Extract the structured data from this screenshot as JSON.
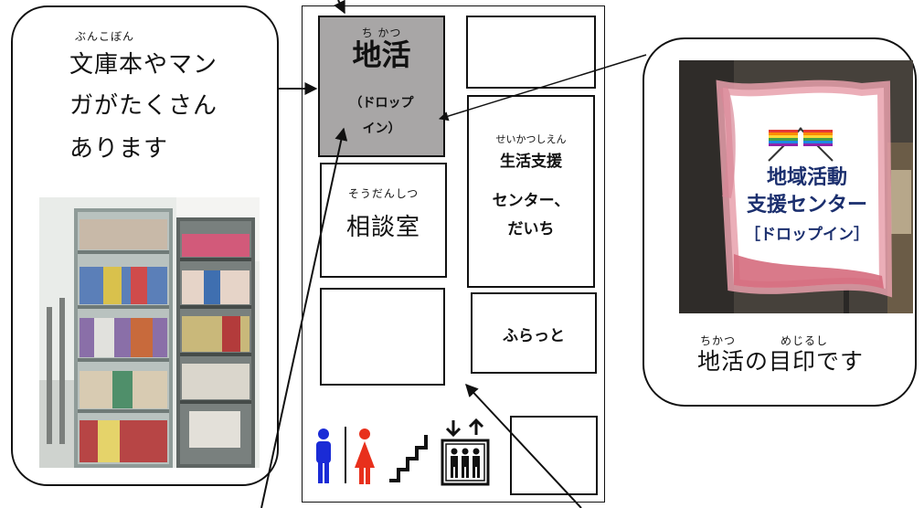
{
  "left_bubble": {
    "ruby": "ぶんこぼん",
    "lines": [
      "文庫本やマン",
      "ガがたくさん",
      "あります"
    ],
    "photo_icon": "manga-bookshelf-photo"
  },
  "floor_map": {
    "chikatsu_room": {
      "ruby": "ち かつ",
      "name": "地活",
      "sub_line1": "（ドロップ",
      "sub_line2": "イン）"
    },
    "soudan_room": {
      "ruby": "そうだんしつ",
      "name": "相談室"
    },
    "seikatsu_room": {
      "ruby": "せいかつしえん",
      "line1": "生活支援",
      "line2": "センター、",
      "line3": "だいち"
    },
    "furatto_room": {
      "name": "ふらっと"
    },
    "facility_icons": [
      "male-restroom-icon",
      "female-restroom-icon",
      "stairs-icon",
      "elevator-icon"
    ]
  },
  "right_bubble": {
    "poster": {
      "line1": "地域活動",
      "line2": "支援センター",
      "line3": "［ドロップイン］",
      "flag_icon": "rainbow-flags-icon"
    },
    "ruby1": "ちかつ",
    "ruby2": "めじるし",
    "caption": "地活の目印です"
  },
  "colors": {
    "chikatsu_fill": "#a8a6a6",
    "male_icon": "#1a2bd6",
    "female_icon": "#e8301c",
    "poster_text": "#1b2f6e"
  }
}
